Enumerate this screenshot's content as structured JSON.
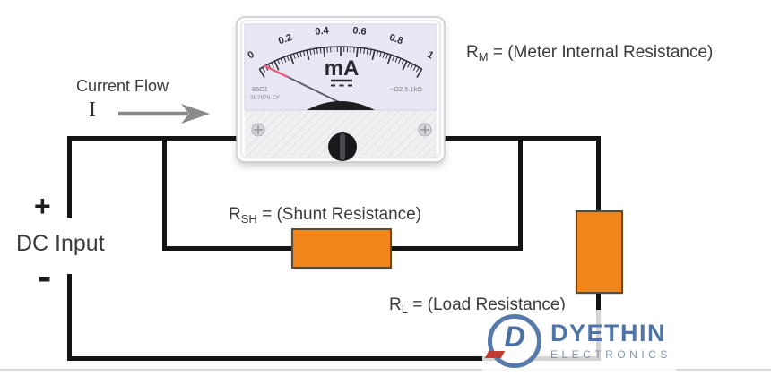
{
  "labels": {
    "current_flow": "Current Flow",
    "current_symbol": "I",
    "rm": {
      "pre": "R",
      "sub": "M",
      "post": " = (Meter Internal Resistance)"
    },
    "rsh": {
      "pre": "R",
      "sub": "SH",
      "post": " = (Shunt Resistance)"
    },
    "rl": {
      "pre": "R",
      "sub": "L",
      "post": " = (Load Resistance)"
    },
    "dc_input": "DC Input",
    "plus": "+",
    "minus": "-"
  },
  "meter": {
    "unit": "mA",
    "scale_labels": [
      "0",
      "0.2",
      "0.4",
      "0.6",
      "0.8",
      "1"
    ],
    "scale_min": 0,
    "scale_max": 1,
    "needle_value": 0,
    "model": "85C1",
    "model2": "3B7976-CF",
    "class_marking": "−Ω2.5.1kΩ"
  },
  "watermark": {
    "monogram": "D",
    "name": "DYETHIN",
    "sub": "ELECTRONICS"
  },
  "colors": {
    "wire": "#141414",
    "resistor_fill": "#F0851C",
    "resistor_border": "#5f4a2e",
    "arrow_gray": "#8a8a8a",
    "dial_face": "#e7e8f3",
    "needle_dark": "#5c5c70",
    "needle_tip": "#e85f80",
    "logo_blue": "#4f74a8",
    "logo_light_blue": "#8494b4",
    "logo_red": "#c23b2f"
  }
}
